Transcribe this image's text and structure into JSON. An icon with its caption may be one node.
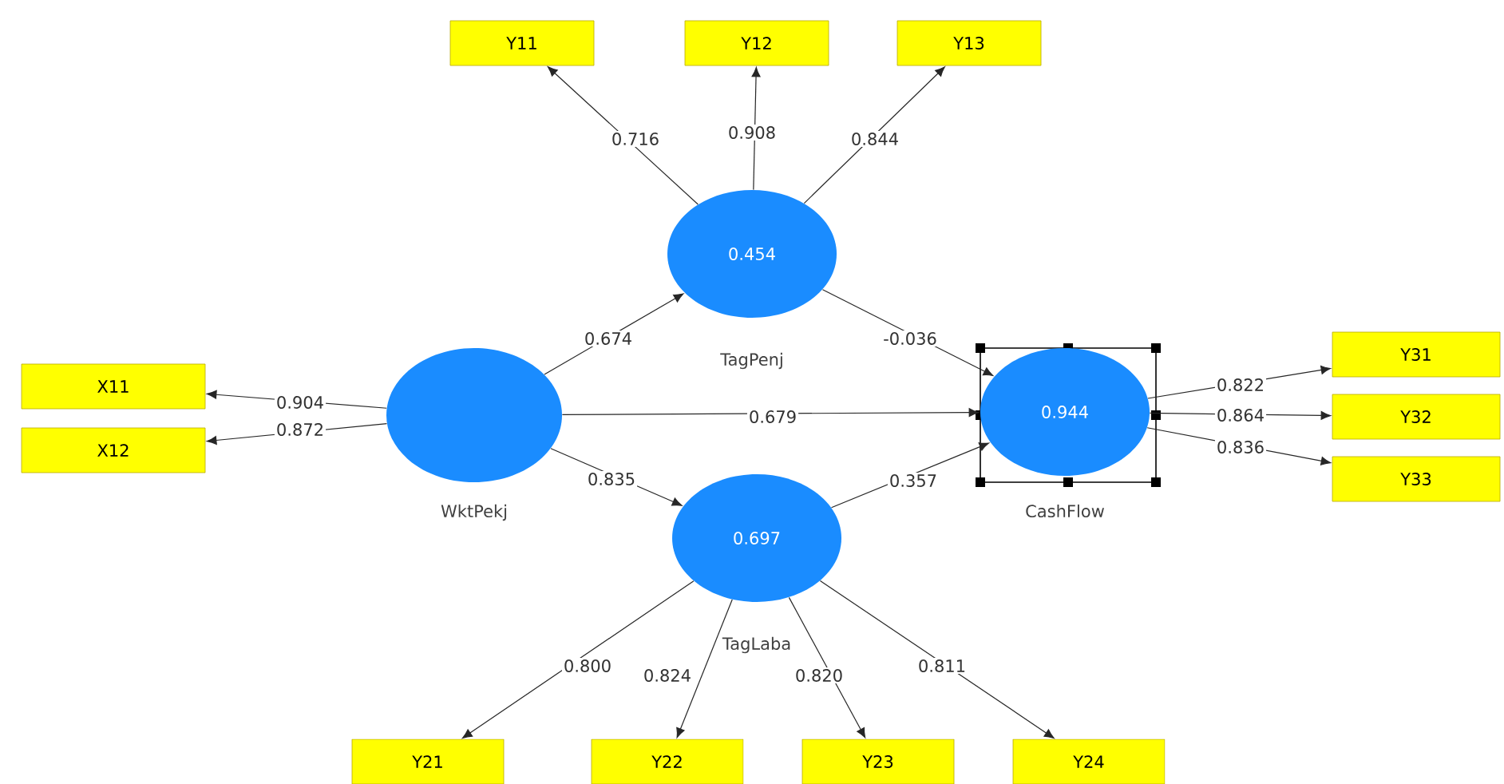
{
  "diagram": {
    "nodes": [
      {
        "text": [
          "Y11"
        ]
      },
      {
        "text": [
          "Y12"
        ]
      },
      {
        "text": [
          "Y13"
        ]
      },
      {
        "text": [
          "0.454"
        ],
        "beside": [
          "TagPenj"
        ]
      },
      {
        "text": [
          "X11"
        ]
      },
      {
        "text": [],
        "shape": "circle",
        "beside": [
          "WktPekj"
        ]
      },
      {
        "text": [
          "0.944"
        ],
        "beside": [
          "CashFlow"
        ]
      },
      {
        "text": [
          "Y31"
        ]
      },
      {
        "text": [
          "Y32"
        ]
      },
      {
        "text": [
          "X12"
        ]
      },
      {
        "text": [
          "Y33"
        ]
      },
      {
        "text": [
          "0.697"
        ],
        "beside": [
          "TagLaba"
        ]
      },
      {
        "text": [
          "Y21"
        ]
      },
      {
        "text": [
          "Y22"
        ]
      },
      {
        "text": [
          "Y23"
        ]
      },
      {
        "text": [
          "Y24"
        ]
      }
    ],
    "edges": [
      {
        "from": 3,
        "to": 0,
        "arrow": "to",
        "label": "0.716"
      },
      {
        "from": 3,
        "to": 1,
        "arrow": "to",
        "label": "0.908"
      },
      {
        "from": 3,
        "to": 2,
        "arrow": "to",
        "label": "0.844"
      },
      {
        "from": 5,
        "to": 4,
        "arrow": "to",
        "label": "0.904"
      },
      {
        "from": 5,
        "to": 9,
        "arrow": "to",
        "label": "0.872"
      },
      {
        "from": 5,
        "to": 3,
        "arrow": "to",
        "label": "0.674"
      },
      {
        "from": 5,
        "to": 6,
        "arrow": "to",
        "label": "0.679"
      },
      {
        "from": 5,
        "to": 11,
        "arrow": "to",
        "label": "0.835"
      },
      {
        "from": 3,
        "to": 6,
        "arrow": "to",
        "label": "-0.036"
      },
      {
        "from": 11,
        "to": 6,
        "arrow": "to",
        "label": "0.357"
      },
      {
        "from": 6,
        "to": 7,
        "arrow": "to",
        "label": "0.822"
      },
      {
        "from": 6,
        "to": 8,
        "arrow": "to",
        "label": "0.864"
      },
      {
        "from": 6,
        "to": 10,
        "arrow": "to",
        "label": "0.836"
      },
      {
        "from": 11,
        "to": 12,
        "arrow": "to",
        "label": "0.800"
      },
      {
        "from": 11,
        "to": 13,
        "arrow": "to",
        "label": "0.824"
      },
      {
        "from": 11,
        "to": 14,
        "arrow": "to",
        "label": "0.820"
      },
      {
        "from": 11,
        "to": 15,
        "arrow": "to",
        "label": "0.811"
      }
    ]
  }
}
